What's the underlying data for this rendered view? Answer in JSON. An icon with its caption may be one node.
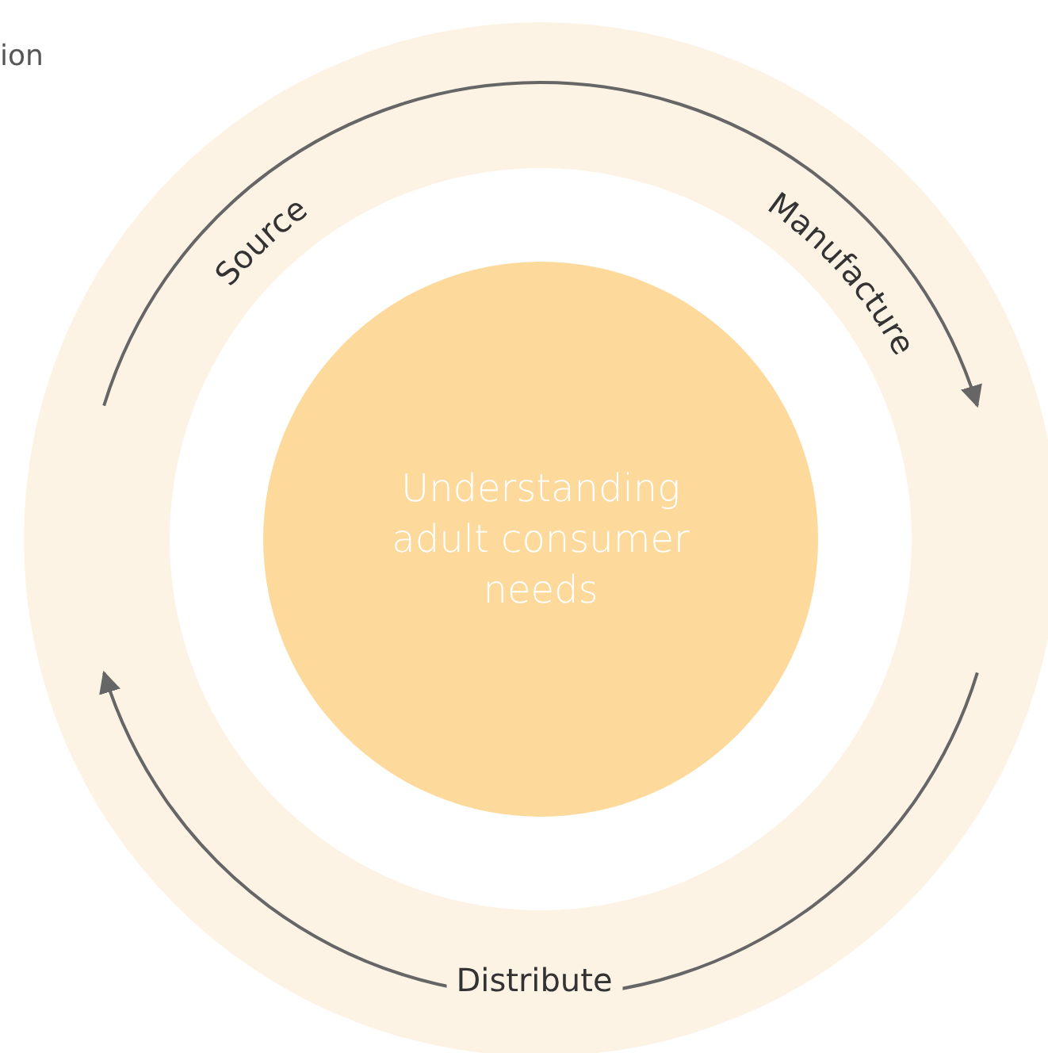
{
  "diagram": {
    "nodes": [
      {
        "text": [
          "Understanding adult consumer needs"
        ]
      }
    ],
    "labels": [
      "ion",
      "Source",
      "Manufacture",
      "Distribute"
    ]
  }
}
